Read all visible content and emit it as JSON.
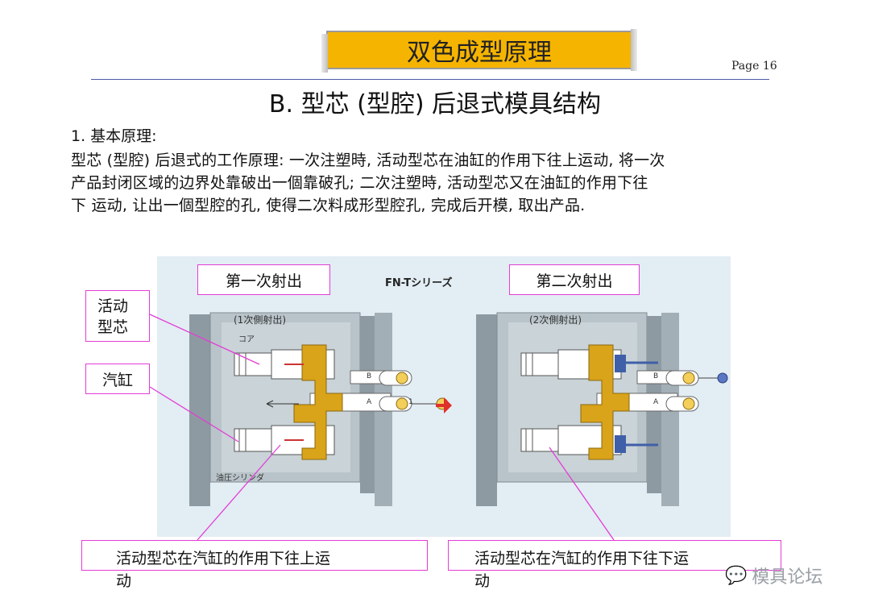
{
  "header": {
    "banner_title": "双色成型原理",
    "page_number": "Page 16",
    "subtitle": "B. 型芯 (型腔) 后退式模具结构"
  },
  "body": {
    "section_heading": "1.  基本原理:",
    "lines": [
      "型芯 (型腔) 后退式的工作原理:  一次注塑時, 活动型芯在油缸的作用下往上运动,  将一次",
      "产品封闭区域的边界处靠破出一個靠破孔;      二次注塑時, 活动型芯又在油缸的作用下往",
      "下  运动,  让出一個型腔的孔,  使得二次料成形型腔孔, 完成后开模, 取出产品."
    ]
  },
  "diagram": {
    "caption_first": "第一次射出",
    "caption_second": "第二次射出",
    "series_name": "FN-Tシリーズ",
    "sub_first": "(1次側射出)",
    "sub_second": "(2次側射出)",
    "core_jp": "コア",
    "cyl_jp": "油圧シリンダ",
    "label_core": [
      "活动",
      "型芯"
    ],
    "label_cylinder": "汽缸",
    "inj_a": "A",
    "inj_b": "B",
    "marker_1": "1",
    "note_left": [
      "活动型芯在汽缸的作用下往上运",
      "动"
    ],
    "note_right": [
      "活动型芯在汽缸的作用下往下运",
      "动"
    ]
  },
  "watermark": "模具论坛",
  "colors": {
    "banner": "#f5b400",
    "leader": "#e23dd5",
    "core": "#d9a31a",
    "second_shot": "#3f5fa8",
    "panel": "#e3edf4"
  }
}
